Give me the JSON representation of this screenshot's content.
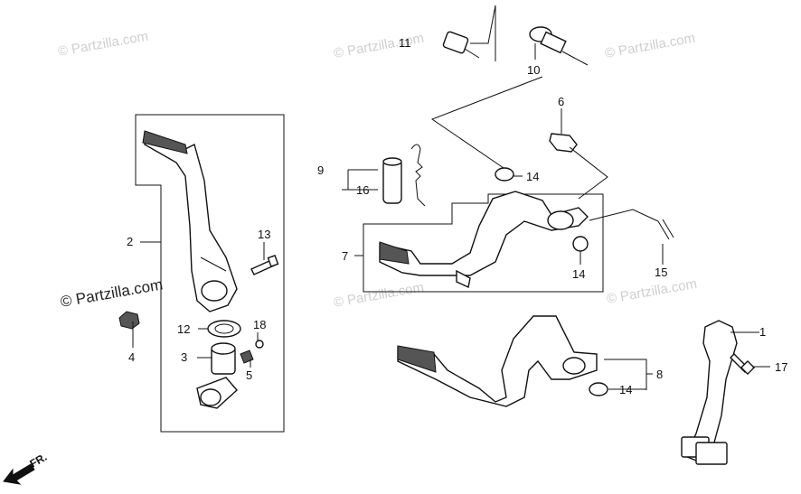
{
  "watermarks": [
    {
      "id": "wm1",
      "text": "© Partzilla.com"
    },
    {
      "id": "wm2",
      "text": "© Partzilla.com"
    },
    {
      "id": "wm3",
      "text": "© Partzilla.com"
    },
    {
      "id": "wm4",
      "text": "© Partzilla.com"
    },
    {
      "id": "wm5",
      "text": "© Partzilla.com"
    },
    {
      "id": "wm6",
      "text": "© Partzilla.com"
    }
  ],
  "callouts": {
    "c1": "1",
    "c2": "2",
    "c3": "3",
    "c4": "4",
    "c5": "5",
    "c6": "6",
    "c7": "7",
    "c8": "8",
    "c9": "9",
    "c10": "10",
    "c11": "11",
    "c12": "12",
    "c13": "13",
    "c14a": "14",
    "c14b": "14",
    "c14c": "14",
    "c15": "15",
    "c16": "16",
    "c17": "17",
    "c18": "18"
  },
  "direction_label": "FR."
}
